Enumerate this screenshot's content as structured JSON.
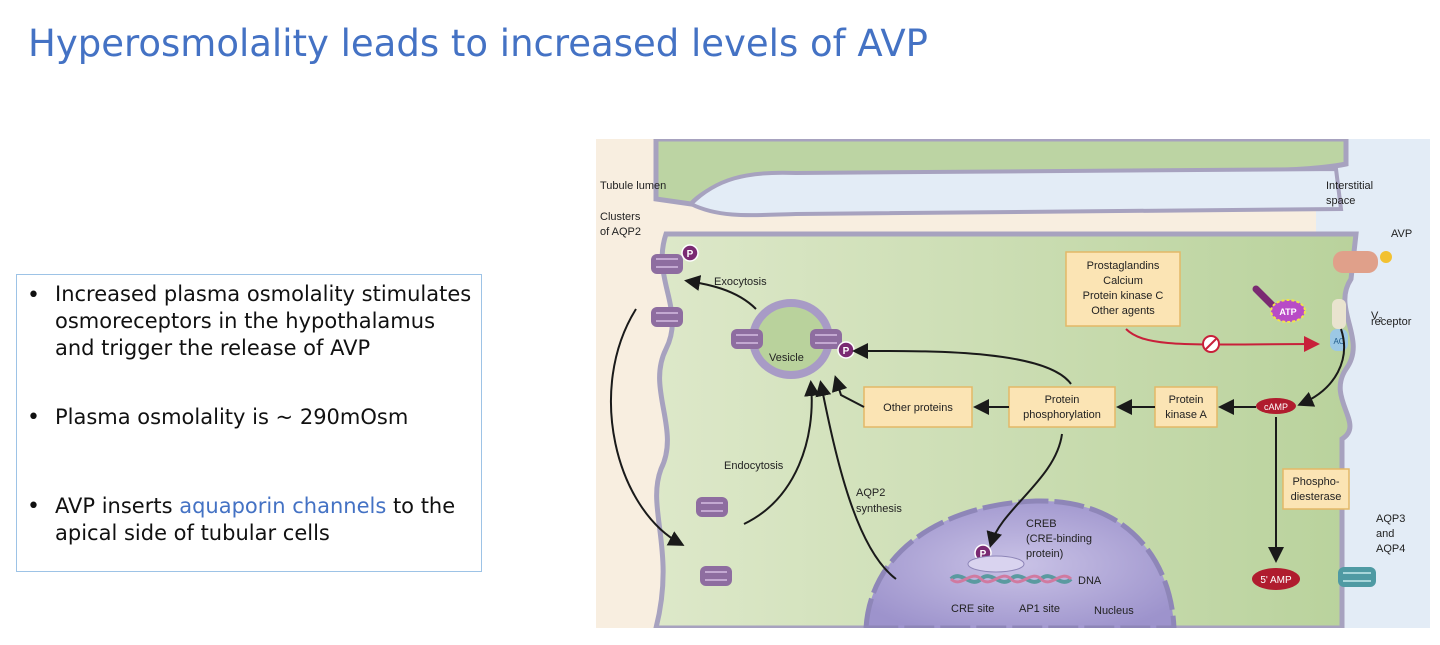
{
  "slide": {
    "title": "Hyperosmolality leads to increased levels of AVP"
  },
  "bullets": [
    {
      "text": "Increased plasma osmolality stimulates osmoreceptors in the hypothalamus and trigger the release of AVP"
    },
    {
      "text": "Plasma osmolality is ~ 290mOsm"
    },
    {
      "pre": "AVP inserts ",
      "link": "aquaporin channels",
      "post": " to the apical side of tubular cells"
    }
  ],
  "figure": {
    "labels": {
      "tubule_lumen": "Tubule lumen",
      "interstitial_1": "Interstitial",
      "interstitial_2": "space",
      "clusters_1": "Clusters",
      "clusters_2": "of AQP2",
      "exocytosis": "Exocytosis",
      "vesicle": "Vesicle",
      "endocytosis": "Endocytosis",
      "aqp2_synth_1": "AQP2",
      "aqp2_synth_2": "synthesis",
      "other_proteins": "Other proteins",
      "protein_phos_1": "Protein",
      "protein_phos_2": "phosphorylation",
      "pka_1": "Protein",
      "pka_2": "kinase A",
      "camp": "cAMP",
      "five_amp": "5' AMP",
      "pde_1": "Phospho-",
      "pde_2": "diesterase",
      "inhib_1": "Prostaglandins",
      "inhib_2": "Calcium",
      "inhib_3": "Protein kinase C",
      "inhib_4": "Other agents",
      "avp": "AVP",
      "v2_1": "V",
      "v2_sub": "2",
      "v2_2": "receptor",
      "atp": "ATP",
      "ac": "AC",
      "creb_1": "CREB",
      "creb_2": "(CRE-binding",
      "creb_3": "protein)",
      "dna": "DNA",
      "cre_site": "CRE site",
      "ap1_site": "AP1 site",
      "nucleus": "Nucleus",
      "aqp34_1": "AQP3",
      "aqp34_2": "and",
      "aqp34_3": "AQP4",
      "p": "P"
    }
  },
  "colors": {
    "title": "#4472c4",
    "box_fill": "#fbe4b4",
    "box_stroke": "#e3b867",
    "cell_green": "#c7dcae",
    "channel_purple": "#8e6da0",
    "camp_red": "#b01c2e"
  }
}
